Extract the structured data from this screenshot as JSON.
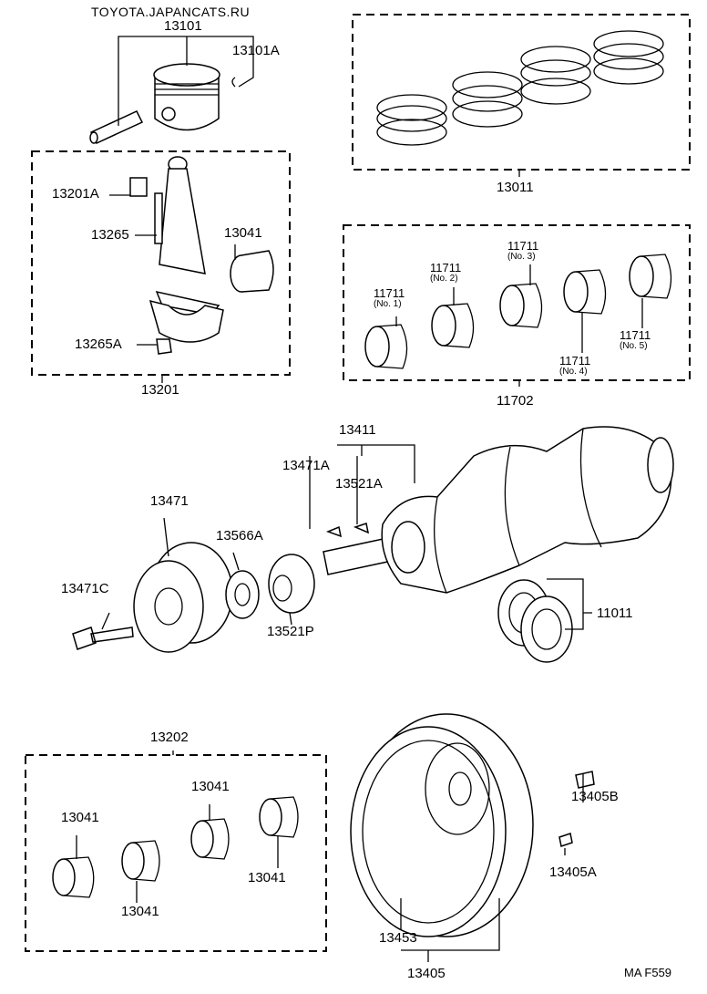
{
  "watermark": "TOYOTA.JAPANCATS.RU",
  "figure_code": "MA F559",
  "labels": {
    "piston_set": "13101",
    "piston_snap_ring": "13101A",
    "piston_ring_set": "13011",
    "conrod_bushing": "13201A",
    "conrod_bolt": "13265",
    "conrod_bearing_top": "13041",
    "conrod_nut": "13265A",
    "conrod_assy": "13201",
    "main_bearing_set": "11702",
    "crankshaft": "13411",
    "crank_key_a": "13471A",
    "crank_key_b": "13521A",
    "crank_pulley": "13471",
    "crank_spacer": "13566A",
    "pulley_bolt": "13471C",
    "timing_pulley": "13521P",
    "thrust_washer": "11011",
    "conrod_bearing_set": "13202",
    "bearing_1": "13041",
    "bearing_2": "13041",
    "bearing_3": "13041",
    "bearing_4": "13041",
    "drive_plate_bolt": "13405B",
    "drive_plate_pin": "13405A",
    "ring_gear": "13453",
    "flywheel": "13405"
  },
  "main_bearings": [
    {
      "code": "11711",
      "note": "(No. 1)"
    },
    {
      "code": "11711",
      "note": "(No. 2)"
    },
    {
      "code": "11711",
      "note": "(No. 3)"
    },
    {
      "code": "11711",
      "note": "(No. 4)"
    },
    {
      "code": "11711",
      "note": "(No. 5)"
    }
  ]
}
